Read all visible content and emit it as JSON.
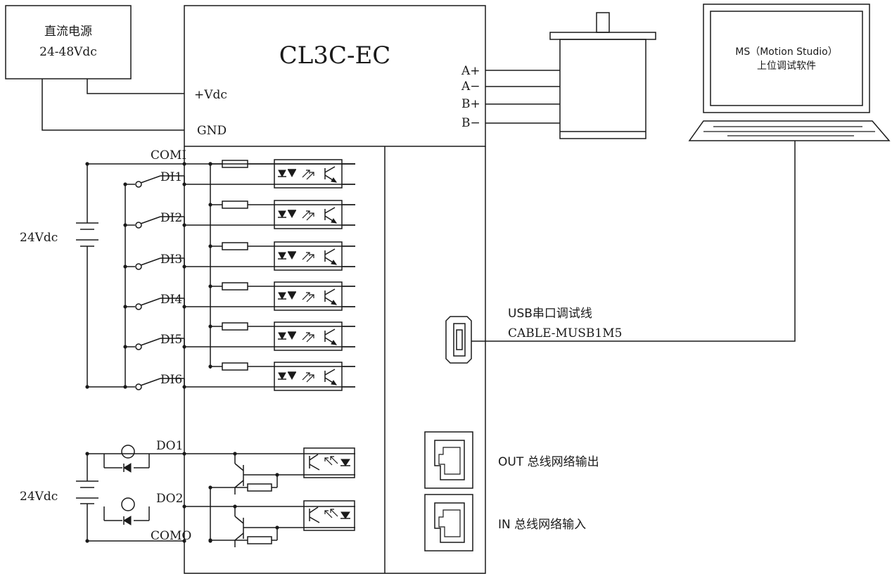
{
  "power_supply": {
    "line1": "直流电源",
    "line2": "24-48Vdc"
  },
  "drive": {
    "model": "CL3C-EC",
    "vdc_label": "+Vdc",
    "gnd_label": "GND"
  },
  "motor_phases": [
    "A+",
    "A−",
    "B+",
    "B−"
  ],
  "pc": {
    "line1": "MS（Motion Studio）",
    "line2": "上位调试软件"
  },
  "inputs": {
    "common": "COMI",
    "labels": [
      "DI1",
      "DI2",
      "DI3",
      "DI4",
      "DI5",
      "DI6"
    ],
    "supply": "24Vdc"
  },
  "outputs": {
    "labels": [
      "DO1",
      "DO2"
    ],
    "common": "COMO",
    "supply": "24Vdc"
  },
  "usb": {
    "line1": "USB串口调试线",
    "line2": "CABLE-MUSB1M5"
  },
  "network": {
    "out_label": "OUT  总线网络输出",
    "in_label": "IN   总线网络输入"
  }
}
